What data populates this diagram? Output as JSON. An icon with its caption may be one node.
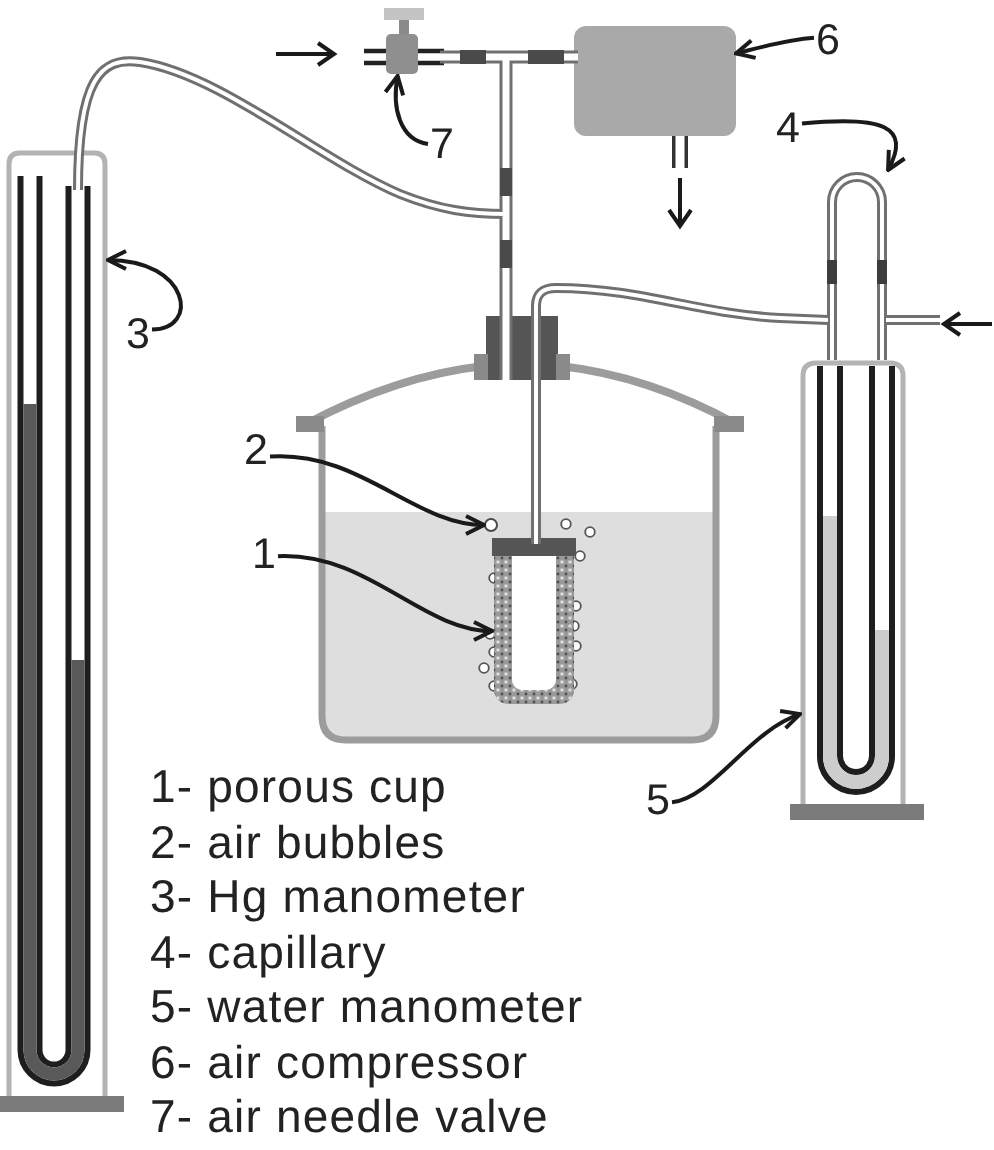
{
  "diagram": {
    "nodes": [
      {
        "text": [
          "6"
        ]
      },
      {
        "text": [],
        "shape": "box"
      },
      {
        "text": [
          "7"
        ]
      },
      {
        "text": [],
        "shape": "picture"
      },
      {
        "text": [
          "4"
        ]
      },
      {
        "text": [],
        "shape": "picture"
      },
      {
        "text": [
          "3"
        ]
      },
      {
        "text": [],
        "shape": "picture"
      },
      {
        "text": [
          "2"
        ]
      },
      {
        "text": [],
        "shape": "circle"
      },
      {
        "text": [
          "1"
        ]
      },
      {
        "text": [],
        "shape": "picture"
      },
      {
        "text": [
          "5"
        ]
      },
      {
        "text": [],
        "shape": "picture"
      }
    ],
    "edges": [
      {
        "from": 0,
        "to": 1,
        "arrow": "to"
      },
      {
        "from": 2,
        "to": 3,
        "arrow": "to"
      },
      {
        "from": 4,
        "to": 5,
        "arrow": "to"
      },
      {
        "from": 6,
        "to": 7,
        "arrow": "to"
      },
      {
        "from": 8,
        "to": 9,
        "arrow": "to"
      },
      {
        "from": 10,
        "to": 11,
        "arrow": "to"
      },
      {
        "from": 12,
        "to": 13,
        "arrow": "to"
      }
    ],
    "labels": [
      "1- porous cup",
      "2- air bubbles",
      "3- Hg manometer",
      "4- capillary",
      "5- water manometer",
      "6- air compressor",
      "7- air needle valve"
    ]
  }
}
